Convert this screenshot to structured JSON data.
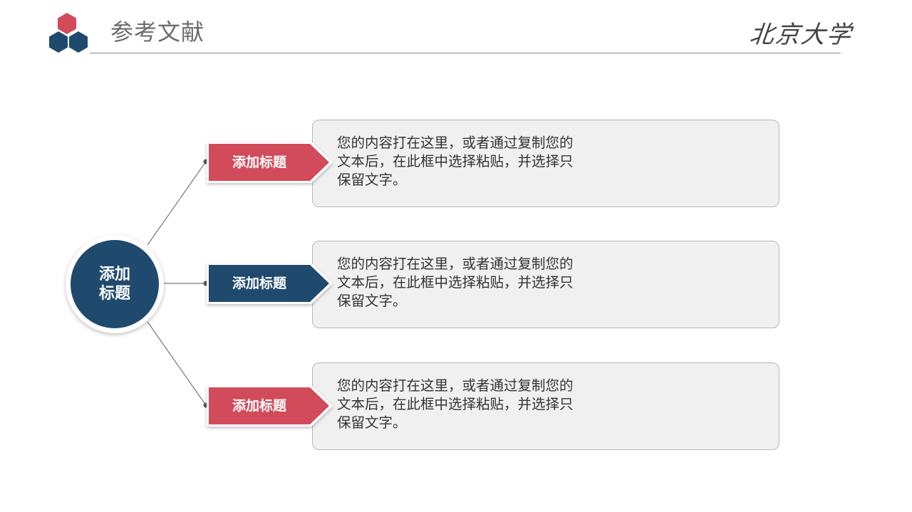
{
  "header": {
    "title": "参考文献",
    "brand": "北京大学",
    "logo_colors": {
      "top": "#d14b5a",
      "bottom_left": "#1f4a6e",
      "bottom_right": "#1f4a6e"
    }
  },
  "diagram": {
    "hub": {
      "label": "添加标题",
      "color": "#1f4a6e"
    },
    "branches": [
      {
        "tag": "添加标题",
        "tag_color": "#d14b5a",
        "body": "您的内容打在这里，或者通过复制您的文本后，在此框中选择粘贴，并选择只保留文字。"
      },
      {
        "tag": "添加标题",
        "tag_color": "#1f4a6e",
        "body": "您的内容打在这里，或者通过复制您的文本后，在此框中选择粘贴，并选择只保留文字。"
      },
      {
        "tag": "添加标题",
        "tag_color": "#d14b5a",
        "body": "您的内容打在这里，或者通过复制您的文本后，在此框中选择粘贴，并选择只保留文字。"
      }
    ]
  }
}
